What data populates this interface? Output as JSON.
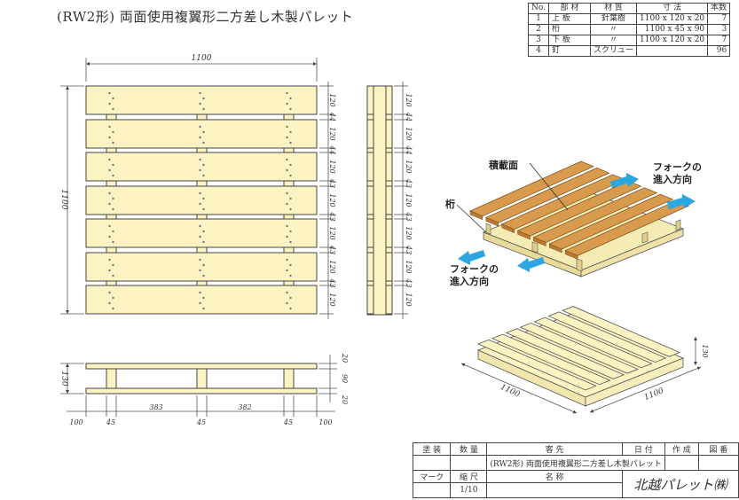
{
  "title": "(RW2形) 両面使用複翼形二方差し木製パレット",
  "bom": {
    "headers": [
      "No.",
      "部 材",
      "材 質",
      "寸 法",
      "本数"
    ],
    "rows": [
      {
        "no": "1",
        "part": "上 板",
        "material": "針葉樹",
        "size": "1100 x 120 x 20",
        "qty": "7"
      },
      {
        "no": "2",
        "part": "桁",
        "material": "〃",
        "size": "1100 x 45 x 90",
        "qty": "3"
      },
      {
        "no": "3",
        "part": "下 板",
        "material": "〃",
        "size": "1100 x 120 x 20",
        "qty": "7"
      },
      {
        "no": "4",
        "part": "釘",
        "material": "スクリュー",
        "size": "",
        "qty": "96"
      }
    ]
  },
  "dims": {
    "top_width": "1100",
    "left_height": "1100",
    "right_stack": [
      "120",
      "44",
      "120",
      "44",
      "120",
      "43",
      "120",
      "43",
      "120",
      "43",
      "120",
      "43",
      "120"
    ],
    "front_right": [
      "20",
      "90",
      "20"
    ],
    "front_left": "130",
    "bottom_chain": [
      "100",
      "45",
      "383",
      "45",
      "382",
      "45",
      "100"
    ],
    "iso_width": "1100",
    "iso_depth": "1100",
    "iso_height": "130"
  },
  "labels": {
    "surface": "積載面",
    "stringer": "桁",
    "fork_entry_1": "フォークの\n進入方向",
    "fork_entry_2": "フォークの\n進入方向"
  },
  "title_block": {
    "coating_h": "塗 装",
    "quantity_h": "数 量",
    "client_h": "客 先",
    "date_h": "日 付",
    "author_h": "作 成",
    "drawing_no_h": "図 番",
    "product_desc": "(RW2形) 両面使用複翼形二方差し木製パレット",
    "mark_h": "マーク",
    "scale_h": "縮 尺",
    "name_h": "名 称",
    "scale": "1/10",
    "company": "北越パレット㈱"
  },
  "colors": {
    "wood": "#fbf3c2",
    "iso_top": "#d89a4c",
    "arrow": "#2ba6e0",
    "line": "#333333"
  }
}
